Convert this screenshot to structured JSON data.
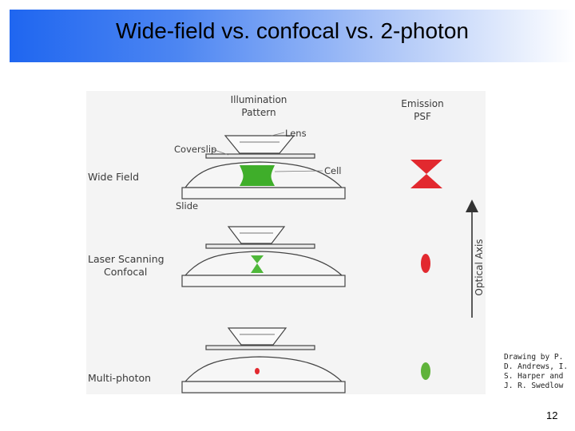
{
  "slide": {
    "title": "Wide-field vs. confocal vs. 2-photon",
    "page_number": "12",
    "credit": "Drawing by P. D. Andrews, I. S. Harper and J. R. Swedlow"
  },
  "figure": {
    "illumination_header": [
      "Illumination",
      "Pattern"
    ],
    "emission_header": [
      "Emission",
      "PSF"
    ],
    "labels": {
      "lens": "Lens",
      "coverslip": "Coverslip",
      "cell": "Cell",
      "slide": "Slide",
      "optical_axis": "Optical Axis"
    },
    "rows": [
      {
        "name": "Wide Field",
        "lines": [
          "Wide Field"
        ],
        "illumination_color": "#3fae2a",
        "psf_color": "#e2292f"
      },
      {
        "name": "Laser Scanning Confocal",
        "lines": [
          "Laser Scanning",
          "Confocal"
        ],
        "illumination_color": "#4fb83a",
        "psf_color": "#e2292f"
      },
      {
        "name": "Multi-photon",
        "lines": [
          "Multi-photon"
        ],
        "illumination_color": "#e2292f",
        "psf_color": "#5fb33a"
      }
    ]
  }
}
